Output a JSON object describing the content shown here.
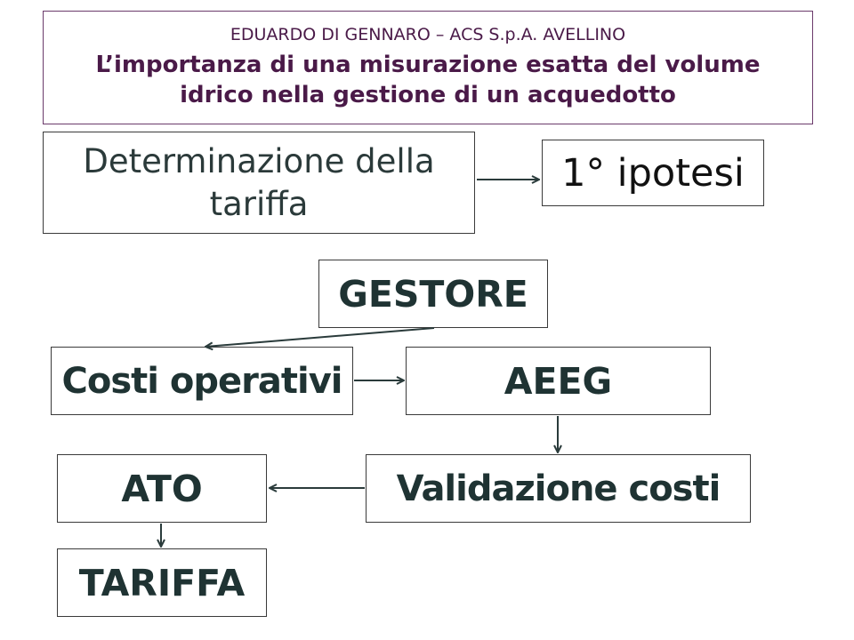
{
  "header": {
    "author": "EDUARDO DI GENNARO – ACS S.p.A. AVELLINO",
    "title_line1": "L’importanza di una misurazione esatta del volume",
    "title_line2": "idrico nella gestione di un acquedotto"
  },
  "nodes": {
    "determinazione_line1": "Determinazione della",
    "determinazione_line2": "tariffa",
    "ipotesi": "1° ipotesi",
    "gestore": "GESTORE",
    "costi_operativi": "Costi operativi",
    "aeeg": "AEEG",
    "validazione_costi": "Validazione costi",
    "ato": "ATO",
    "tariffa": "TARIFFA"
  },
  "colors": {
    "header_text": "#4a1a48",
    "header_border": "#6b3a6b",
    "node_text": "#1f3333",
    "arrow": "#2a3b3b"
  }
}
